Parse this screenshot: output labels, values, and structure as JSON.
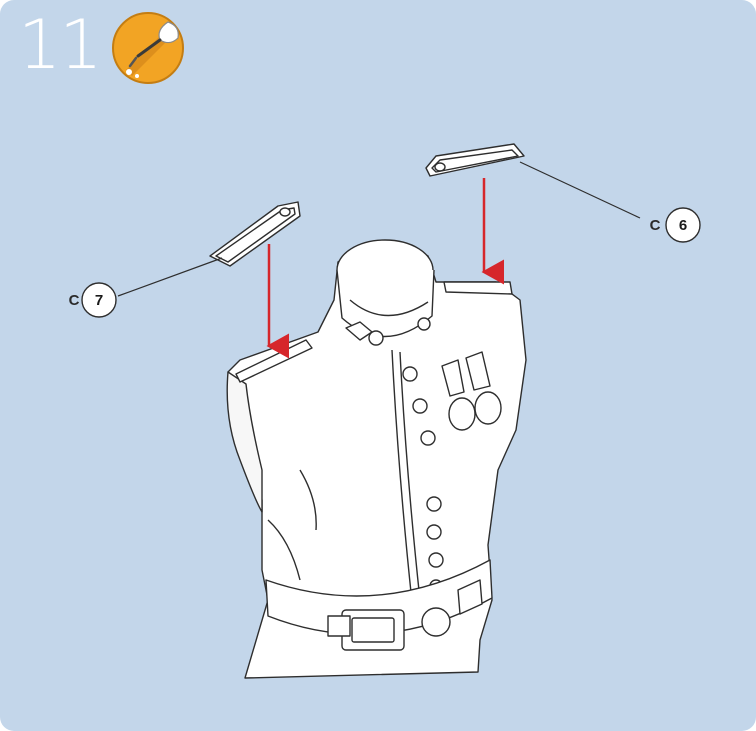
{
  "step": {
    "number": "11"
  },
  "icon": {
    "name": "glue-brush-icon",
    "color": "#f2a424"
  },
  "callouts": [
    {
      "prefix": "C",
      "number": "7"
    },
    {
      "prefix": "C",
      "number": "6"
    }
  ],
  "colors": {
    "background": "#c3d6ea",
    "arrow": "#d6262b",
    "outline": "#2e2e2e",
    "fill": "#ffffff"
  }
}
